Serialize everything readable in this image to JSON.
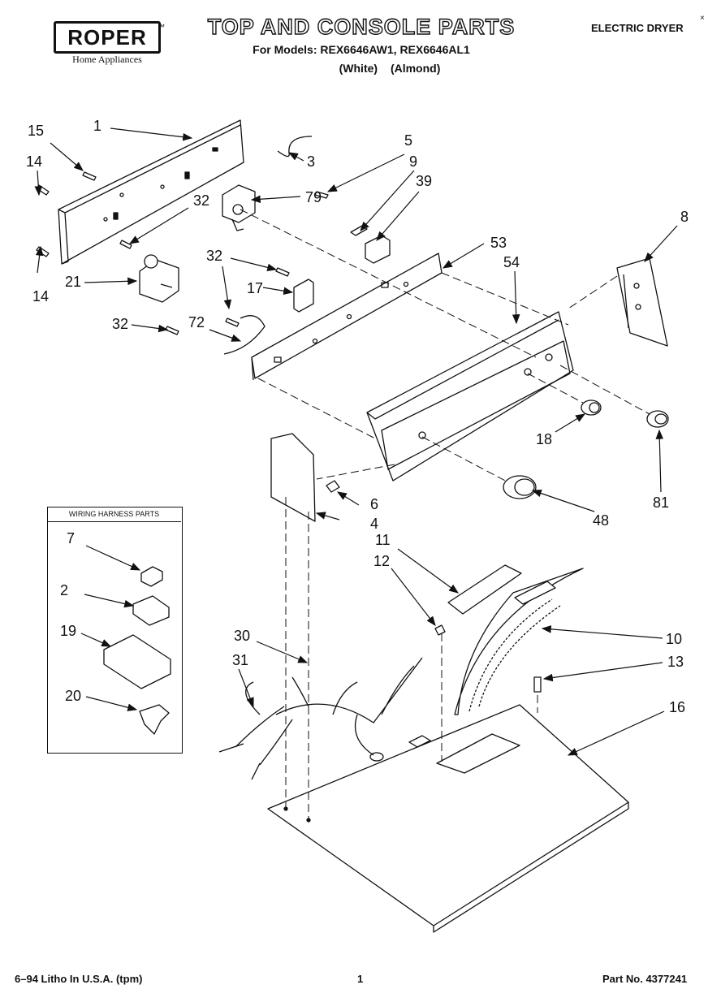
{
  "header": {
    "logo": "ROPER",
    "logo_tm": "™",
    "logo_sub": "Home Appliances",
    "title": "TOP AND CONSOLE PARTS",
    "models": "For Models: REX6646AW1, REX6646AL1",
    "colors": "(White)  (Almond)",
    "product": "ELECTRIC DRYER",
    "product_mark": "×"
  },
  "inset": {
    "title": "WIRING HARNESS PARTS"
  },
  "callouts": {
    "c1": "1",
    "c15": "15",
    "c14a": "14",
    "c14b": "14",
    "c3": "3",
    "c5": "5",
    "c9": "9",
    "c39": "39",
    "c79": "79",
    "c32a": "32",
    "c32b": "32",
    "c32c": "32",
    "c21": "21",
    "c17": "17",
    "c72": "72",
    "c53": "53",
    "c54": "54",
    "c8": "8",
    "c18": "18",
    "c81": "81",
    "c48": "48",
    "c6": "6",
    "c4": "4",
    "c11": "11",
    "c12": "12",
    "c10": "10",
    "c13": "13",
    "c16": "16",
    "c30": "30",
    "c31": "31",
    "c7": "7",
    "c2": "2",
    "c19": "19",
    "c20": "20"
  },
  "footer": {
    "left": "6–94 Litho In U.S.A. (tpm)",
    "center": "1",
    "right": "Part No. 4377241"
  }
}
